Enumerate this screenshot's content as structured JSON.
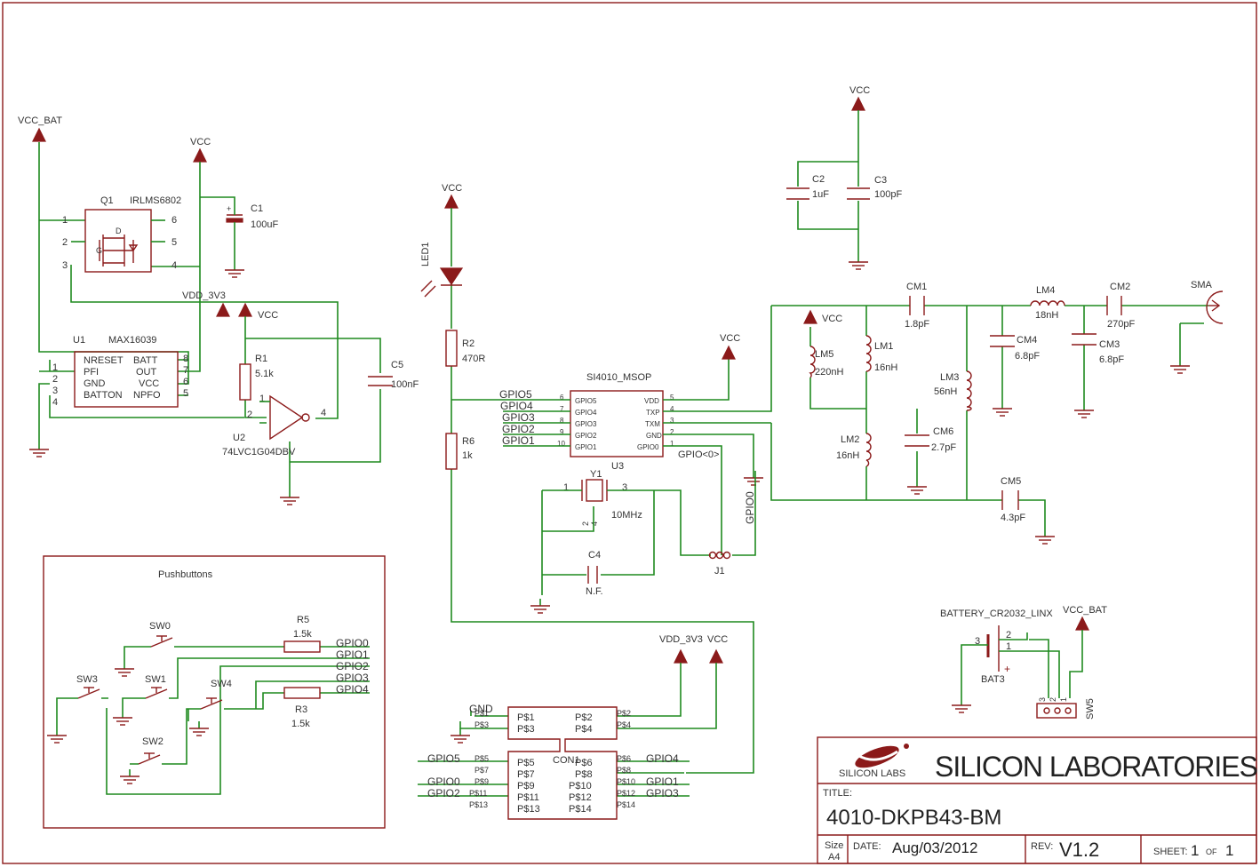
{
  "frame": {
    "border_color": "#8b1a1a",
    "wire_color": "#1f8a1f",
    "part_color": "#8b1a1a"
  },
  "supplies": {
    "vcc": "VCC",
    "vcc_bat": "VCC_BAT",
    "vdd_3v3": "VDD_3V3",
    "gnd": "GND"
  },
  "q1": {
    "ref": "Q1",
    "value": "IRLMS6802",
    "pins": [
      "1",
      "2",
      "3",
      "4",
      "5",
      "6"
    ],
    "gate": "G",
    "drain": "D"
  },
  "c1": {
    "ref": "C1",
    "value": "100uF"
  },
  "u1": {
    "ref": "U1",
    "value": "MAX16039",
    "left_names": [
      "NRESET",
      "PFI",
      "GND",
      "BATTON"
    ],
    "right_names": [
      "BATT",
      "OUT",
      "VCC",
      "NPFO"
    ],
    "left_nums": [
      "1",
      "2",
      "3",
      "4"
    ],
    "right_nums": [
      "8",
      "7",
      "6",
      "5"
    ]
  },
  "r1": {
    "ref": "R1",
    "value": "5.1k"
  },
  "u2": {
    "ref": "U2",
    "value": "74LVC1G04DBV",
    "pins": [
      "1",
      "2",
      "4"
    ]
  },
  "c5": {
    "ref": "C5",
    "value": "100nF"
  },
  "led1": {
    "ref": "LED1"
  },
  "r2": {
    "ref": "R2",
    "value": "470R"
  },
  "r6": {
    "ref": "R6",
    "value": "1k"
  },
  "u3": {
    "ref": "U3",
    "value": "SI4010_MSOP",
    "left_names": [
      "GPIO5",
      "GPIO4",
      "GPIO3",
      "GPIO2",
      "GPIO1"
    ],
    "left_nums": [
      "6",
      "7",
      "8",
      "9",
      "10"
    ],
    "right_names": [
      "VDD",
      "TXP",
      "TXM",
      "GND",
      "GPIO0"
    ],
    "right_nums": [
      "5",
      "4",
      "3",
      "2",
      "1"
    ],
    "net_labels": [
      "GPIO5",
      "GPIO4",
      "GPIO3",
      "GPIO2",
      "GPIO1"
    ],
    "gpio0_net": "GPIO<0>"
  },
  "y1": {
    "ref": "Y1",
    "value": "10MHz",
    "pins": [
      "1",
      "3",
      "2",
      "4"
    ]
  },
  "c4": {
    "ref": "C4",
    "value": "N.F."
  },
  "j1": {
    "ref": "J1",
    "net": "GPIO0"
  },
  "c2": {
    "ref": "C2",
    "value": "1uF"
  },
  "c3": {
    "ref": "C3",
    "value": "100pF"
  },
  "cm1": {
    "ref": "CM1",
    "value": "1.8pF"
  },
  "lm4": {
    "ref": "LM4",
    "value": "18nH"
  },
  "cm2": {
    "ref": "CM2",
    "value": "270pF"
  },
  "sma": {
    "ref": "SMA"
  },
  "lm5": {
    "ref": "LM5",
    "value": "220nH"
  },
  "lm1": {
    "ref": "LM1",
    "value": "16nH"
  },
  "cm4": {
    "ref": "CM4",
    "value": "6.8pF"
  },
  "cm3": {
    "ref": "CM3",
    "value": "6.8pF"
  },
  "lm3": {
    "ref": "LM3",
    "value": "56nH"
  },
  "cm6": {
    "ref": "CM6",
    "value": "2.7pF"
  },
  "lm2": {
    "ref": "LM2",
    "value": "16nH"
  },
  "cm5": {
    "ref": "CM5",
    "value": "4.3pF"
  },
  "pushbuttons": {
    "title": "Pushbuttons",
    "switches": [
      "SW0",
      "SW1",
      "SW2",
      "SW3",
      "SW4"
    ],
    "r5": {
      "ref": "R5",
      "value": "1.5k"
    },
    "r3": {
      "ref": "R3",
      "value": "1.5k"
    },
    "nets": [
      "GPIO0",
      "GPIO1",
      "GPIO2",
      "GPIO3",
      "GPIO4"
    ]
  },
  "con1": {
    "ref": "CON1",
    "net_gnd": "GND",
    "left_pads": [
      "P$1",
      "P$3",
      "P$5",
      "P$7",
      "P$9",
      "P$11",
      "P$13"
    ],
    "right_pads": [
      "P$2",
      "P$4",
      "P$6",
      "P$8",
      "P$10",
      "P$12",
      "P$14"
    ],
    "left_nets": [
      "GPIO5",
      "GPIO0",
      "GPIO2"
    ],
    "right_nets": [
      "GPIO4",
      "GPIO1",
      "GPIO3"
    ]
  },
  "battery": {
    "value": "BATTERY_CR2032_LINX",
    "ref": "BAT3",
    "pins": [
      "3",
      "2",
      "1"
    ],
    "plus": "+"
  },
  "sw5": {
    "ref": "SW5",
    "pins": [
      "3",
      "2",
      "1"
    ]
  },
  "title_block": {
    "logo_text": "SILICON LABS",
    "company": "SILICON LABORATORIES",
    "title_label": "TITLE:",
    "title": "4010-DKPB43-BM",
    "size_label": "Size",
    "size": "A4",
    "date_label": "DATE:",
    "date": "Aug/03/2012",
    "rev_label": "REV:",
    "rev": "V1.2",
    "sheet_label": "SHEET:",
    "sheet": "1",
    "of_label": "OF",
    "sheet_total": "1"
  }
}
